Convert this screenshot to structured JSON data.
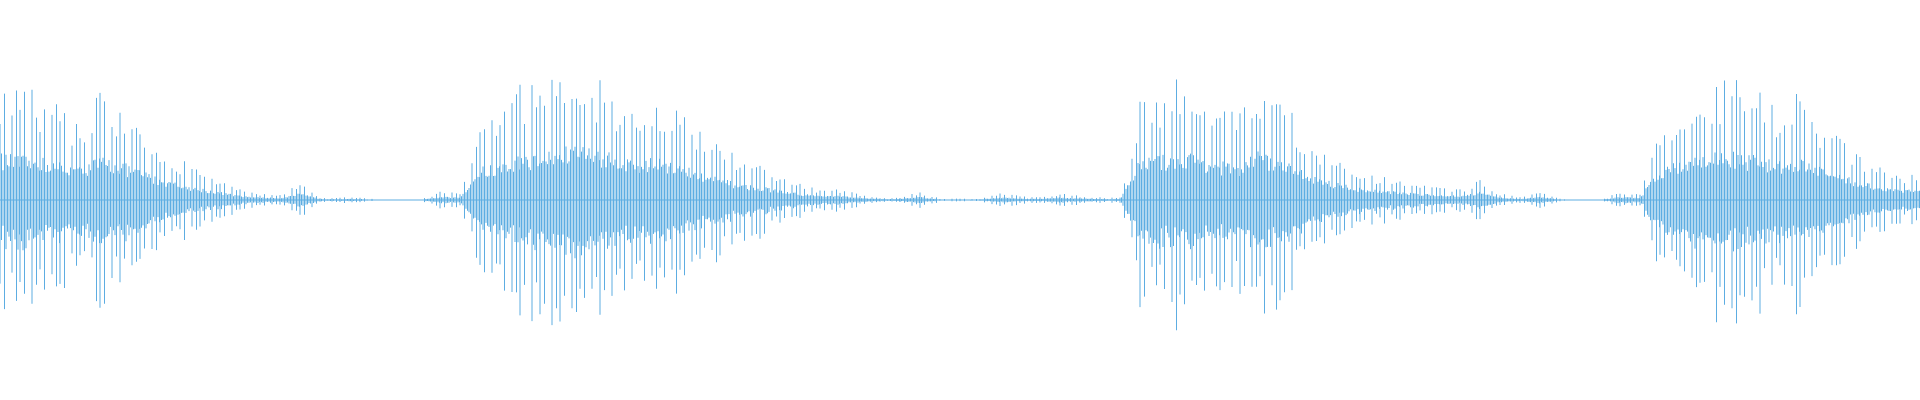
{
  "chart_data": {
    "type": "waveform",
    "title": "",
    "xlabel": "",
    "ylabel": "",
    "axes_visible": false,
    "grid": false,
    "ylim": [
      -1,
      1
    ],
    "color": "#5dade2",
    "background": "#ffffff",
    "amplitude_envelope": [
      0.85,
      0.8,
      0.78,
      0.7,
      0.6,
      0.8,
      0.7,
      0.55,
      0.4,
      0.3,
      0.22,
      0.15,
      0.08,
      0.05,
      0.04,
      0.12,
      0.02,
      0.02,
      0.02,
      0.0,
      0.0,
      0.0,
      0.06,
      0.05,
      0.6,
      0.65,
      0.85,
      0.85,
      0.95,
      1.0,
      0.9,
      0.8,
      0.7,
      0.8,
      0.65,
      0.5,
      0.4,
      0.3,
      0.25,
      0.18,
      0.12,
      0.08,
      0.08,
      0.04,
      0.02,
      0.02,
      0.06,
      0.01,
      0.01,
      0.01,
      0.05,
      0.03,
      0.02,
      0.05,
      0.03,
      0.02,
      0.02,
      0.75,
      0.8,
      0.9,
      0.8,
      0.7,
      0.65,
      0.9,
      0.75,
      0.55,
      0.4,
      0.3,
      0.22,
      0.18,
      0.15,
      0.12,
      0.1,
      0.08,
      0.15,
      0.05,
      0.02,
      0.06,
      0.01,
      0.0,
      0.0,
      0.06,
      0.04,
      0.6,
      0.7,
      0.8,
      0.9,
      0.85,
      0.8,
      0.7,
      0.8,
      0.6,
      0.45,
      0.35,
      0.25,
      0.2
    ]
  }
}
